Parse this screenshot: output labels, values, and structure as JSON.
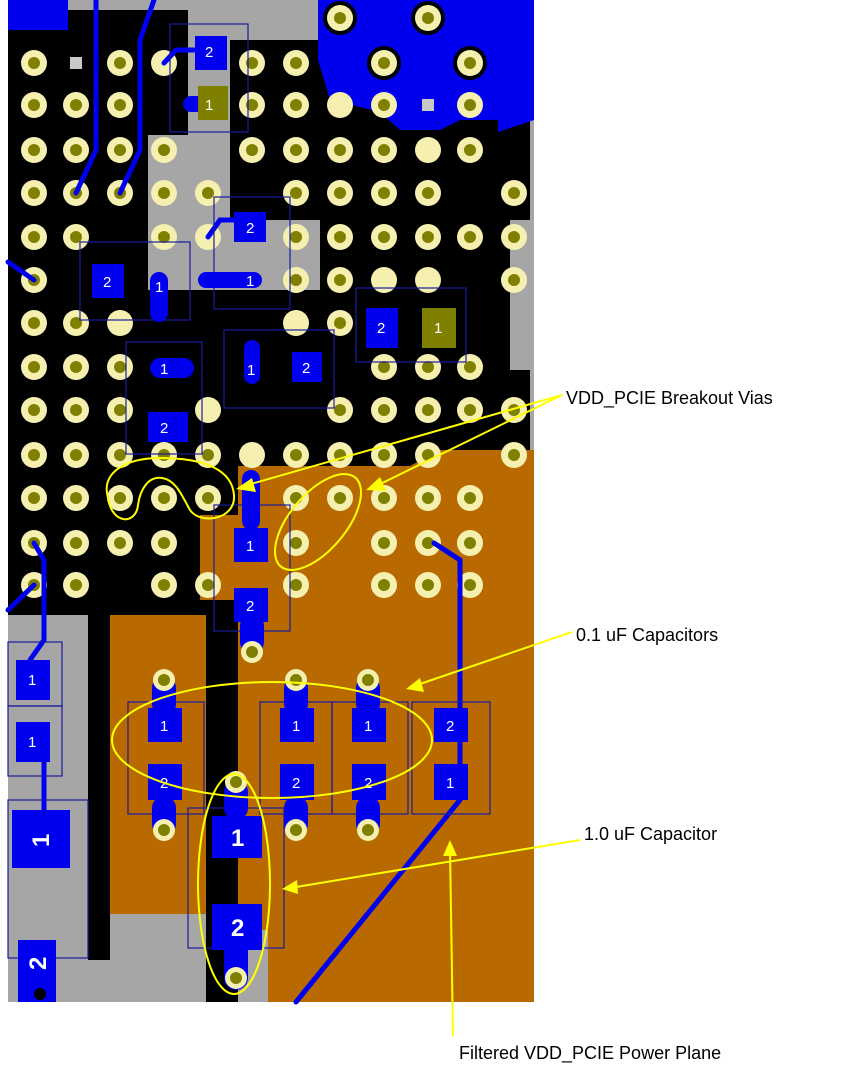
{
  "callouts": {
    "breakout_vias": "VDD_PCIE Breakout Vias",
    "cap_01uf": "0.1 uF Capacitors",
    "cap_10uf": "1.0 uF Capacitor",
    "power_plane": "Filtered VDD_PCIE Power Plane"
  },
  "pad_labels": {
    "pin1": "1",
    "pin2": "2"
  },
  "colors": {
    "board_gray": "#a6a6a6",
    "copper_plane": "#b86a00",
    "trace_blue": "#0000ee",
    "annotation_yellow": "#ffff00",
    "via_ring": "#f5f0b0",
    "via_drill": "#808000",
    "keepout_black": "#000000"
  }
}
